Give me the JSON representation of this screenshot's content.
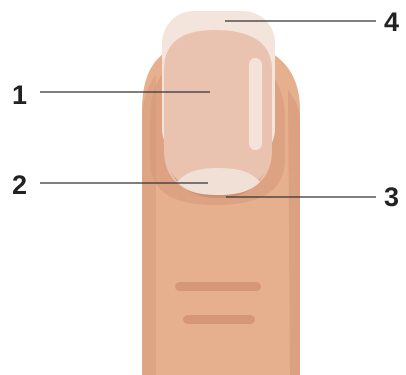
{
  "callouts": [
    {
      "label": "1"
    },
    {
      "label": "2"
    },
    {
      "label": "3"
    },
    {
      "label": "4"
    }
  ],
  "colors": {
    "skin": "#e6b08e",
    "skin_shadow": "#d49878",
    "skin_crease": "#cf8f70",
    "nail_plate": "#e9c3b0",
    "nail_free_edge": "#f3e4dc",
    "lunula": "#f1e0d6",
    "nail_highlight": "#f6e6de",
    "cuticle": "#c98c6c",
    "leader_line": "#333333",
    "label_text": "#222222"
  }
}
